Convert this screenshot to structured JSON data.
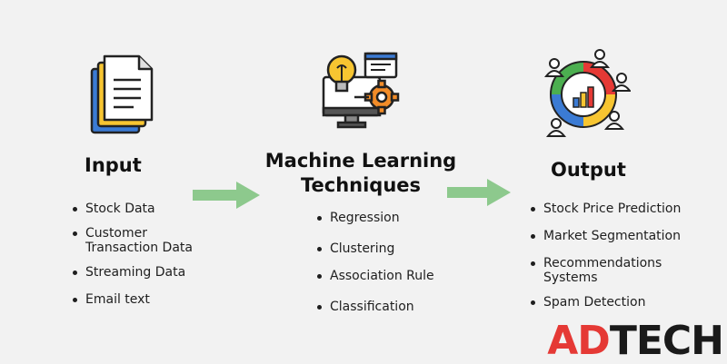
{
  "input": {
    "title": "Input",
    "icon": "documents-icon",
    "items": [
      "Stock Data",
      "Customer Transaction Data",
      "Streaming Data",
      "Email text"
    ]
  },
  "ml": {
    "title_line1": "Machine Learning",
    "title_line2": "Techniques",
    "icon": "monitor-lightbulb-gear-icon",
    "items": [
      "Regression",
      "Clustering",
      "Association Rule",
      "Classification"
    ]
  },
  "output": {
    "title": "Output",
    "icon": "analytics-users-icon",
    "items": [
      "Stock Price Prediction",
      "Market Segmentation",
      "Recommendations Systems",
      "Spam Detection"
    ]
  },
  "arrow_color": "#8dc98d",
  "brand": {
    "part1": "AD",
    "part2": "TECH",
    "color1": "#e53935",
    "color2": "#1a1a1a"
  }
}
